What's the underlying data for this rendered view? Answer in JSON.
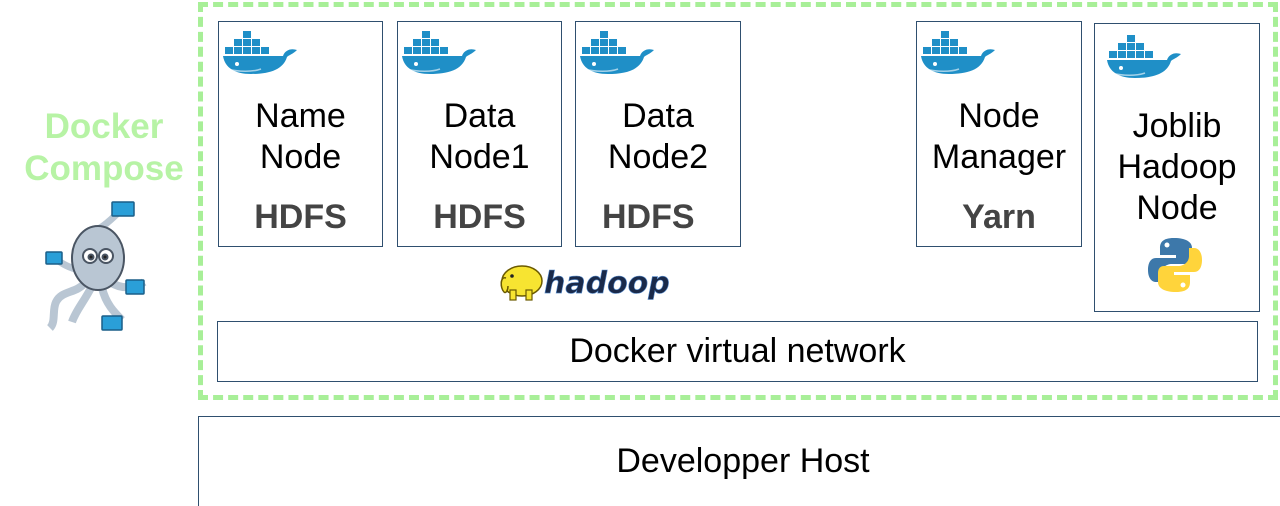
{
  "compose": {
    "label_line1": "Docker",
    "label_line2": "Compose",
    "color": "#b7f3a5",
    "icon": "docker-compose-octopus"
  },
  "nodes": [
    {
      "name": "Name\nNode",
      "service": "HDFS"
    },
    {
      "name": "Data\nNode1",
      "service": "HDFS"
    },
    {
      "name": "Data\nNode2",
      "service": "HDFS"
    },
    {
      "name": "Node\nManager",
      "service": "Yarn"
    },
    {
      "name": "Joblib\nHadoop\nNode",
      "service": ""
    }
  ],
  "icons": {
    "container": "docker-whale",
    "hadoop": "hadoop-elephant",
    "python": "python-logo"
  },
  "hadoop_logo_text": "hadoop",
  "network_label": "Docker virtual network",
  "host_label": "Developper Host",
  "colors": {
    "whale": "#2496ed",
    "border": "#2f4f6f",
    "service_text": "#444444",
    "hadoop_yellow": "#f7e431",
    "python_blue": "#3d78aa",
    "python_yellow": "#ffd43b"
  }
}
